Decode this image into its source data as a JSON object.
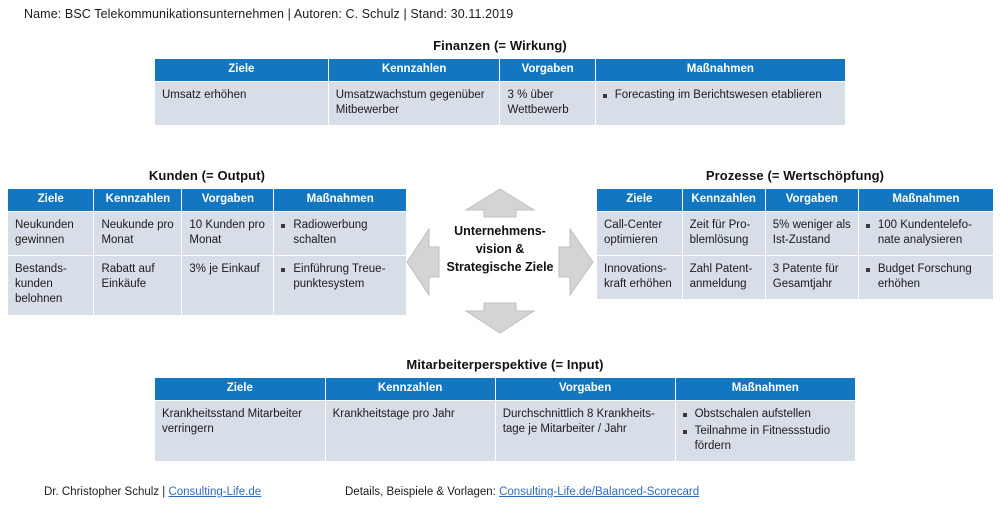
{
  "document": {
    "meta_line": "Name: BSC Telekommunikationsunternehmen | Autoren: C. Schulz | Stand: 30.11.2019"
  },
  "theme": {
    "header_blue": "#1277C0",
    "row_fill": "#D8DEE8",
    "arrow_fill": "#D4D4D4",
    "link_blue": "#2F6BBF"
  },
  "columns": [
    "Ziele",
    "Kennzahlen",
    "Vorgaben",
    "Maßnahmen"
  ],
  "hub": {
    "line1": "Unternehmens-",
    "line2": "vision &",
    "line3": "Strategische Ziele",
    "arrow_up": "arrow-up-icon",
    "arrow_down": "arrow-down-icon",
    "arrow_left": "arrow-left-icon",
    "arrow_right": "arrow-right-icon"
  },
  "perspectives": {
    "finanzen": {
      "title": "Finanzen (= Wirkung)",
      "headers": [
        "Ziele",
        "Kennzahlen",
        "Vorgaben",
        "Maßnahmen"
      ],
      "rows": [
        {
          "ziele": "Umsatz erhöhen",
          "kennzahlen": "Umsatzwachstum gegenüber Mitbewerber",
          "vorgaben": "3 % über Wettbewerb",
          "massnahmen": [
            "Forecasting im Berichtswesen etablieren"
          ]
        }
      ]
    },
    "kunden": {
      "title": "Kunden (= Output)",
      "headers": [
        "Ziele",
        "Kennzahlen",
        "Vorgaben",
        "Maßnahmen"
      ],
      "rows": [
        {
          "ziele": "Neukunden gewinnen",
          "kennzahlen": "Neukunde pro Monat",
          "vorgaben": "10 Kunden pro Monat",
          "massnahmen": [
            "Radiowerbung schalten"
          ]
        },
        {
          "ziele": "Bestands-kunden belohnen",
          "kennzahlen": "Rabatt auf Einkäufe",
          "vorgaben": "3% je Einkauf",
          "massnahmen": [
            "Einführung Treue-punktesystem"
          ]
        }
      ]
    },
    "prozesse": {
      "title": "Prozesse (= Wertschöpfung)",
      "headers": [
        "Ziele",
        "Kennzahlen",
        "Vorgaben",
        "Maßnahmen"
      ],
      "rows": [
        {
          "ziele": "Call-Center optimieren",
          "kennzahlen": "Zeit für Pro-blemlösung",
          "vorgaben": "5% weniger als Ist-Zustand",
          "massnahmen": [
            "100 Kundentelefo-nate analysieren"
          ]
        },
        {
          "ziele": "Innovations-kraft erhöhen",
          "kennzahlen": "Zahl Patent-anmeldung",
          "vorgaben": "3 Patente für Gesamtjahr",
          "massnahmen": [
            "Budget Forschung erhöhen"
          ]
        }
      ]
    },
    "mitarbeiter": {
      "title": "Mitarbeiterperspektive (= Input)",
      "headers": [
        "Ziele",
        "Kennzahlen",
        "Vorgaben",
        "Maßnahmen"
      ],
      "rows": [
        {
          "ziele": "Krankheitsstand Mitarbeiter verringern",
          "kennzahlen": "Krankheitstage pro Jahr",
          "vorgaben": "Durchschnittlich 8 Krankheits-tage je Mitarbeiter / Jahr",
          "massnahmen": [
            "Obstschalen aufstellen",
            "Teilnahme in Fitnessstudio fördern"
          ]
        }
      ]
    }
  },
  "footer": {
    "author_prefix": "Dr. Christopher Schulz | ",
    "author_link": "Consulting-Life.de",
    "details_prefix": "Details, Beispiele & Vorlagen: ",
    "details_link": "Consulting-Life.de/Balanced-Scorecard"
  }
}
